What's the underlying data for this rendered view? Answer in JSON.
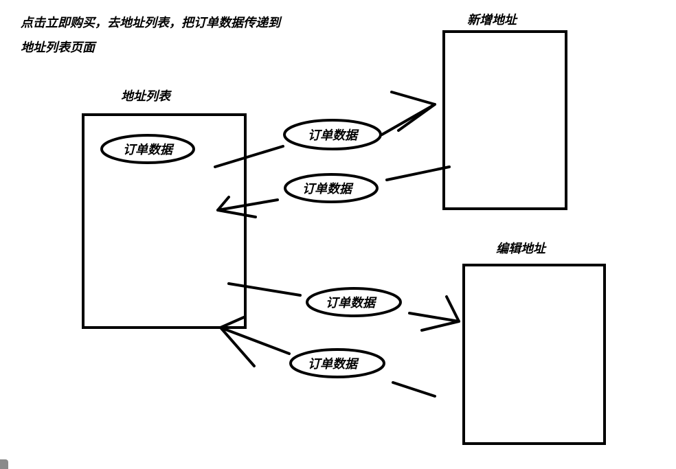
{
  "note": {
    "line1": "点击立即购买，去地址列表，把订单数据传递到",
    "line2": "地址列表页面"
  },
  "boxes": {
    "address_list": {
      "title": "地址列表",
      "inner_label": "订单数据"
    },
    "add_address": {
      "title": "新增地址"
    },
    "edit_address": {
      "title": "编辑地址"
    }
  },
  "arrows": {
    "list_to_add": {
      "label": "订单数据"
    },
    "add_to_list": {
      "label": "订单数据"
    },
    "list_to_edit": {
      "label": "订单数据"
    },
    "edit_to_list": {
      "label": "订单数据"
    }
  },
  "colors": {
    "stroke": "#000000",
    "background": "#ffffff",
    "corner_chip": "#8a8a8a"
  }
}
